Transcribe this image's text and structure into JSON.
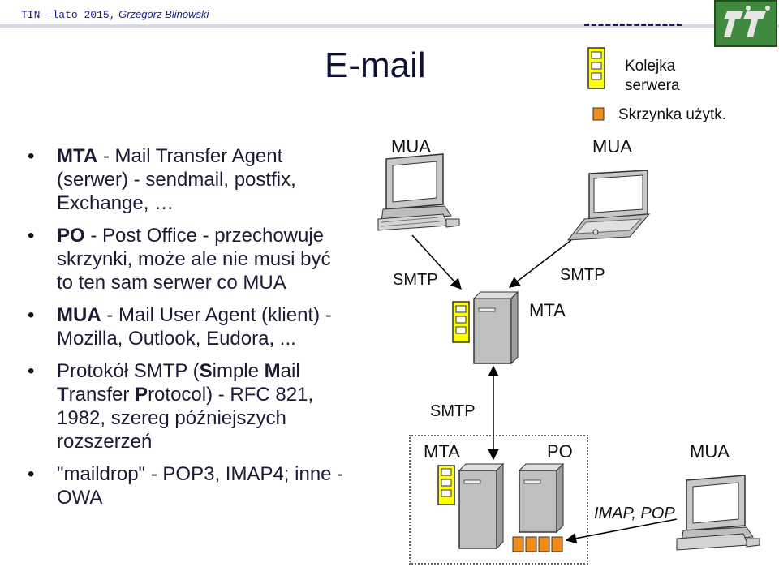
{
  "header": {
    "course": "TIN",
    "sep": "-",
    "term": "lato 2015,",
    "author": "Grzegorz Blinowski"
  },
  "slide": {
    "title": "E-mail"
  },
  "bullets": [
    {
      "key": "MTA",
      "text": " - Mail Transfer Agent (serwer) - sendmail, postfix, Exchange, …"
    },
    {
      "key": "PO",
      "text": " - Post Office - przechowuje skrzynki, może ale nie musi być to ten sam serwer co MUA"
    },
    {
      "key": "MUA",
      "text": " - Mail User Agent (klient) - Mozilla, Outlook, Eudora, ..."
    },
    {
      "pre": "Protokół SMTP (",
      "b1": "S",
      "t1": "imple ",
      "b2": "M",
      "t2": "ail ",
      "b3": "T",
      "t3": "ransfer ",
      "b4": "P",
      "t4": "rotocol) - RFC 821, 1982, szereg późniejszych rozszerzeń"
    },
    {
      "text": "\"maildrop\" - POP3, IMAP4; inne - OWA"
    }
  ],
  "legend": {
    "queue_label_1": "Kolejka",
    "queue_label_2": "serwera",
    "mailbox_label": "Skrzynka użytk."
  },
  "diagram": {
    "mua_top_left": "MUA",
    "mua_top_right": "MUA",
    "smtp_left": "SMTP",
    "smtp_right": "SMTP",
    "mta_mid": "MTA",
    "smtp_bottom": "SMTP",
    "mta_bottom": "MTA",
    "po": "PO",
    "mua_bottom": "MUA",
    "imap_pop": "IMAP, POP"
  },
  "colors": {
    "queue_fill": "#ffff00",
    "mailbox_fill": "#f08c1c",
    "machine_gray": "#bdbdbd"
  }
}
